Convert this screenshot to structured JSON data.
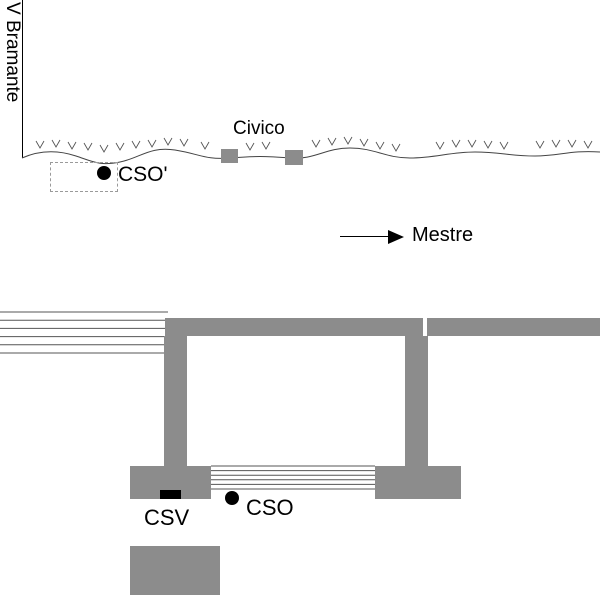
{
  "plan": {
    "street_label": "V Bramante",
    "civico_label": "Civico",
    "direction_label": "Mestre",
    "points": {
      "cso_prime": "CSO'",
      "csv": "CSV",
      "cso": "CSO"
    },
    "colors": {
      "structure_gray": "#8c8c8c",
      "line_black": "#000000"
    }
  }
}
